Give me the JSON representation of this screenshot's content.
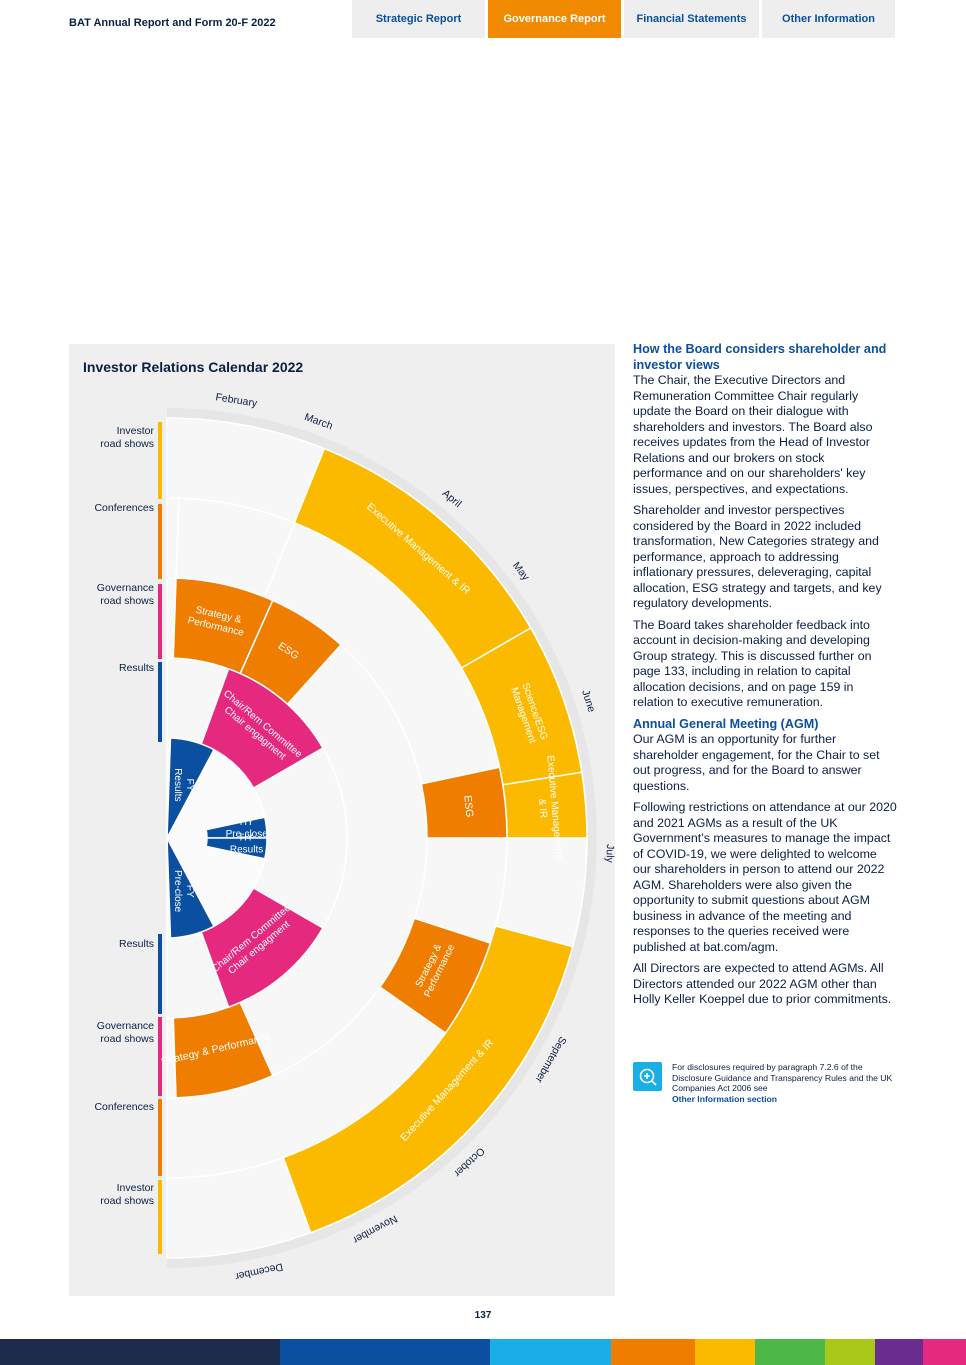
{
  "header": {
    "doc_title": "BAT Annual Report and Form 20-F 2022",
    "tabs": [
      {
        "label": "Strategic Report",
        "active": false
      },
      {
        "label": "Governance Report",
        "active": true
      },
      {
        "label": "Financial Statements",
        "active": false
      },
      {
        "label": "Other Information",
        "active": false
      }
    ]
  },
  "calendar": {
    "title": "Investor Relations Calendar 2022",
    "months": [
      "February",
      "March",
      "April",
      "May",
      "June",
      "July",
      "September",
      "October",
      "November",
      "December"
    ],
    "row_labels_top": [
      "Investor road shows",
      "Conferences",
      "Governance road shows",
      "Results"
    ],
    "row_labels_bottom": [
      "Results",
      "Governance road shows",
      "Conferences",
      "Investor road shows"
    ],
    "segments": {
      "exec_ir_top": "Executive Management & IR",
      "strategy_top": "Strategy & Performance",
      "esg_top": "ESG",
      "chair_rem_top": "Chair/Rem Committee Chair engagment",
      "fy_results": "FY Results",
      "science_esg": "Science/ESG Management",
      "exec_ir_june": "Executive Management & IR",
      "esg_mid": "ESG",
      "hy_preclose": "HY Pre-close",
      "hy_results": "HY Results",
      "fy_preclose": "FY Pre-close",
      "strategy_sept": "Strategy & Performance",
      "chair_rem_bottom": "Chair/Rem Committee Chair engagment",
      "strategy_bottom": "Strategy & Performance",
      "exec_ir_bottom": "Executive Management & IR"
    },
    "colors": {
      "yellow": "#fbb900",
      "orange": "#ee7d00",
      "pink": "#e5297e",
      "blue": "#0b4fa0"
    }
  },
  "article": {
    "h1": "How the Board considers shareholder and investor views",
    "p1": "The Chair, the Executive Directors and Remuneration Committee Chair regularly update the Board on their dialogue with shareholders and investors. The Board also receives updates from the Head of Investor Relations and our brokers on stock performance and on our shareholders' key issues, perspectives, and expectations.",
    "p2": "Shareholder and investor perspectives considered by the Board in 2022 included transformation, New Categories strategy and performance, approach to addressing inflationary pressures, deleveraging, capital allocation, ESG strategy and targets, and key regulatory developments.",
    "p3": "The Board takes shareholder feedback into account in decision-making and developing Group strategy. This is discussed further on page 133, including in relation to capital allocation decisions, and on page 159 in relation to executive remuneration.",
    "h2": "Annual General Meeting (AGM)",
    "p4": "Our AGM is an opportunity for further shareholder engagement, for the Chair to set out progress, and for the Board to answer questions.",
    "p5": "Following restrictions on attendance at our 2020 and 2021 AGMs as a result of the UK Government’s measures to manage the impact of COVID-19, we were delighted to welcome our shareholders in person to attend our 2022 AGM. Shareholders were also given the opportunity to submit questions about AGM business in advance of the meeting and responses to the queries received were published at bat.com/agm.",
    "p6": "All Directors are expected to attend AGMs. All Directors attended our 2022 AGM other than Holly Keller Koeppel due to prior commitments.",
    "note_text": "For disclosures required by paragraph 7.2.6 of the Disclosure Guidance and Transparency Rules and the UK Companies Act 2006 see",
    "note_link": "Other Information section",
    "note_icon": "zoom-plus-icon"
  },
  "footer": {
    "page_number": "137",
    "bar_colors": [
      "#1c2b4b",
      "#0b4fa0",
      "#19aee6",
      "#ee7d00",
      "#fbb900",
      "#4db848",
      "#a8c81a",
      "#6a2c8e",
      "#e5297e"
    ]
  }
}
